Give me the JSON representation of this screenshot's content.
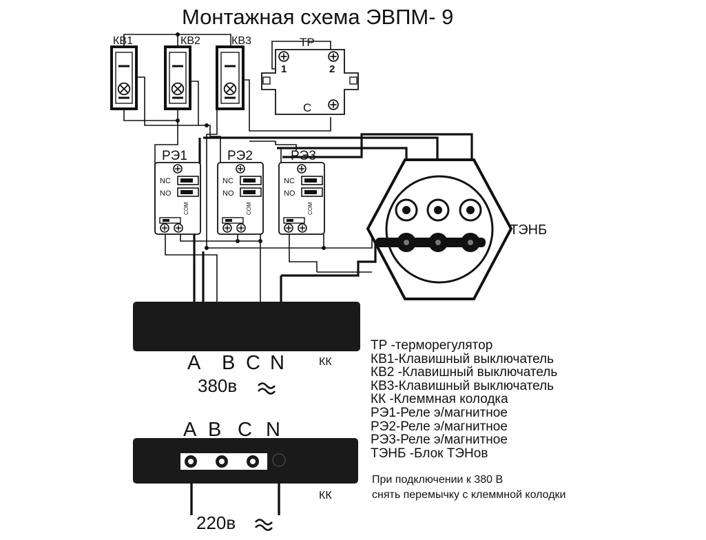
{
  "title": "Монтажная схема ЭВПМ- 9",
  "switches": [
    {
      "label": "КВ1"
    },
    {
      "label": "КВ2"
    },
    {
      "label": "КВ3"
    }
  ],
  "thermostat": {
    "label": "ТР",
    "terminal_1": "1",
    "terminal_2": "2",
    "terminal_c": "С"
  },
  "relays": [
    {
      "label": "РЭ1",
      "nc": "NC",
      "no": "NO",
      "com": "COM"
    },
    {
      "label": "РЭ2",
      "nc": "NC",
      "no": "NO",
      "com": "COM"
    },
    {
      "label": "РЭ3",
      "nc": "NC",
      "no": "NO",
      "com": "COM"
    }
  ],
  "heater": {
    "label": "ТЭНБ"
  },
  "terminal_block_380": {
    "phases": [
      "A",
      "B",
      "C",
      "N"
    ],
    "label": "КК",
    "voltage": "380в"
  },
  "terminal_block_220": {
    "phases": [
      "A",
      "B",
      "C",
      "N"
    ],
    "label": "КК",
    "voltage": "220в"
  },
  "legend": [
    "ТР   -терморегулятор",
    "КВ1-Клавишный выключатель",
    "КВ2 -Клавишный выключатель",
    "КВ3-Клавишный выключатель",
    "КК   -Клеммная колодка",
    "РЭ1-Реле э/магнитное",
    "РЭ2-Реле э/магнитное",
    "РЭ3-Реле э/магнитное",
    "ТЭНБ -Блок ТЭНов"
  ],
  "note": [
    "При подключении к 380 В",
    "снять перемычку с клеммной колодки"
  ]
}
